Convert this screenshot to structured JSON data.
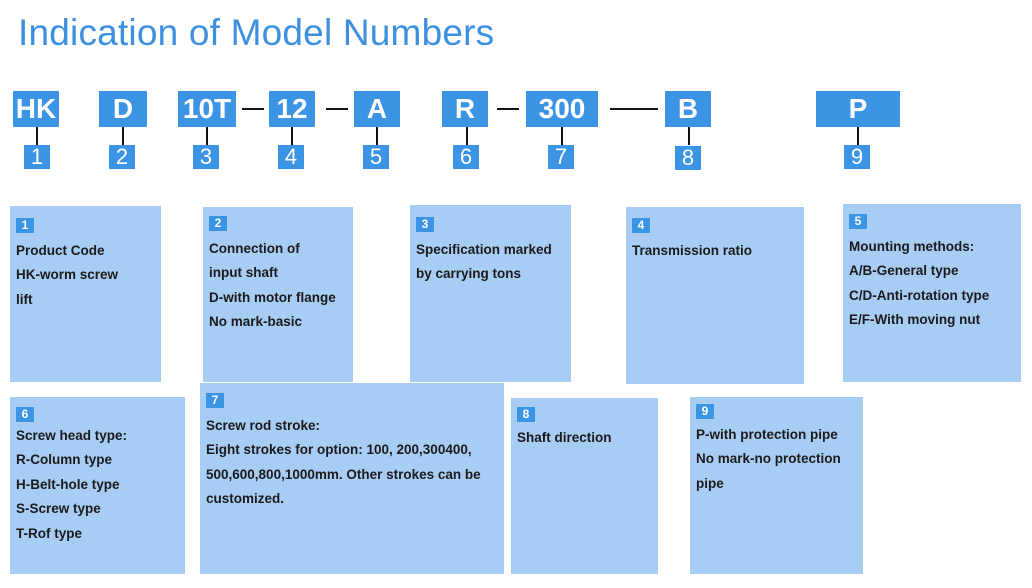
{
  "title": "Indication of Model Numbers",
  "codes": [
    "HK",
    "D",
    "10T",
    "12",
    "A",
    "R",
    "300",
    "B",
    "P"
  ],
  "numbers": [
    "1",
    "2",
    "3",
    "4",
    "5",
    "6",
    "7",
    "8",
    "9"
  ],
  "boxes": [
    {
      "num": "1",
      "lines": [
        "Product Code",
        "HK-worm screw",
        "lift"
      ]
    },
    {
      "num": "2",
      "lines": [
        "Connection of",
        "input shaft",
        "D-with motor flange",
        "No mark-basic"
      ]
    },
    {
      "num": "3",
      "lines": [
        "Specification marked",
        "by carrying tons"
      ]
    },
    {
      "num": "4",
      "lines": [
        "Transmission ratio"
      ]
    },
    {
      "num": "5",
      "lines": [
        "Mounting methods:",
        "A/B-General type",
        "C/D-Anti-rotation type",
        "E/F-With moving nut"
      ]
    },
    {
      "num": "6",
      "lines": [
        "Screw head type:",
        "R-Column type",
        "H-Belt-hole type",
        "S-Screw type",
        "T-Rof type"
      ]
    },
    {
      "num": "7",
      "lines": [
        "Screw rod stroke:",
        "Eight strokes for option: 100, 200,300400,",
        "500,600,800,1000mm. Other strokes can be",
        "customized."
      ]
    },
    {
      "num": "8",
      "lines": [
        "Shaft direction"
      ]
    },
    {
      "num": "9",
      "lines": [
        "P-with protection pipe",
        "No mark-no protection",
        "pipe"
      ]
    }
  ],
  "colors": {
    "title": "#3d8fdf",
    "code_bg": "#3c94e4",
    "box_bg": "#a7cdf5",
    "text": "#1a1a1a"
  }
}
